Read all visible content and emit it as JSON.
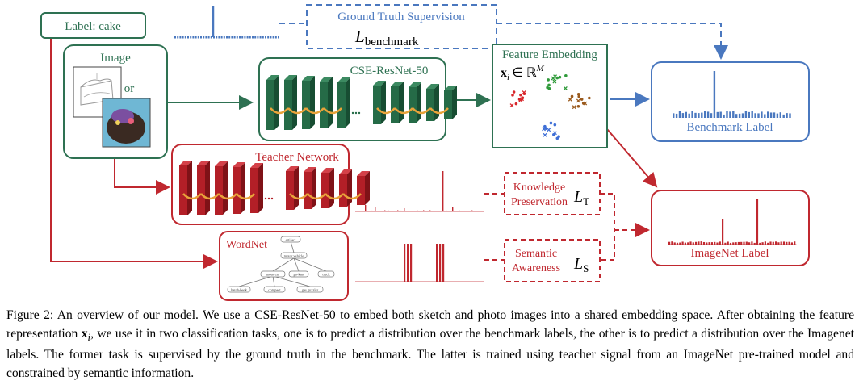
{
  "colors": {
    "green": "#2e7152",
    "blue": "#4a78bf",
    "red": "#c0282f",
    "orange": "#e8a33a"
  },
  "nodes": {
    "label_box": "Label: cake",
    "image_box_title": "Image",
    "image_or": "or",
    "backbone_title": "CSE-ResNet-50",
    "teacher_title": "Teacher Network",
    "wordnet_title": "WordNet",
    "wordnet_nodes": [
      "artifact",
      "motor vehicle",
      "motorcar",
      "go-kart",
      "truck",
      "hatch-back",
      "compact",
      "gas guzzler"
    ],
    "feature_title": "Feature Embedding",
    "feature_math": "x",
    "feature_math_sub": "i",
    "feature_math_set": "∈ ℝ",
    "feature_math_sup": "M",
    "gt_title": "Ground Truth Supervision",
    "gt_loss": "L",
    "gt_loss_sub": "benchmark",
    "knowledge_line1": "Knowledge",
    "knowledge_line2": "Preservation",
    "knowledge_loss": "L",
    "knowledge_loss_sub": "T",
    "semantic_line1": "Semantic",
    "semantic_line2": "Awareness",
    "semantic_loss": "L",
    "semantic_loss_sub": "S",
    "benchmark_label": "Benchmark Label",
    "imagenet_label": "ImageNet Label"
  },
  "caption": {
    "figure": "Figure 2:",
    "part1": "An overview of our model. We use a CSE-ResNet-50 to embed both sketch and photo images into a shared embedding space. After obtaining the feature representation",
    "math_x": "x",
    "math_i": "i",
    "part2": ", we use it in two classification tasks, one is to predict a distribution over the benchmark labels, the other is to predict a distribution over the Imagenet labels. The former task is supervised by the ground truth in the benchmark. The latter is trained using teacher signal from an ImageNet pre-trained model and constrained by semantic information."
  }
}
